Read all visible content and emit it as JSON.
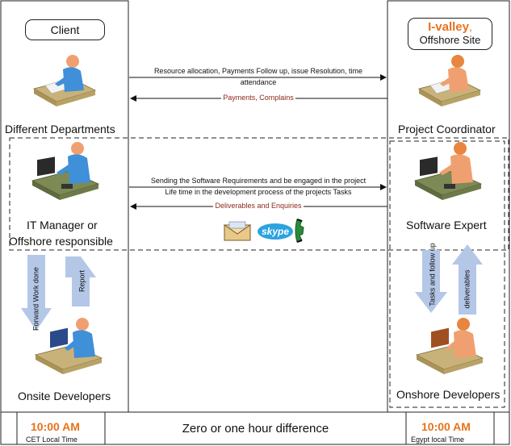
{
  "left": {
    "client_label": "Client",
    "departments_label": "Different Departments",
    "it_manager_label_line1": "IT Manager or",
    "it_manager_label_line2": "Offshore responsible",
    "onsite_label": "Onsite Developers",
    "forward_label": "Forward Work done",
    "report_label": "Report"
  },
  "right": {
    "brand": "I-valley",
    "brand_suffix": ",",
    "offshore_site": "Offshore Site",
    "coordinator_label": "Project Coordinator",
    "expert_label": "Software Expert",
    "onshore_label": "Onshore Developers",
    "tasks_label": "Tasks and follow up",
    "deliverables_label": "deliverables"
  },
  "messages": {
    "top_right_line1": "Resource allocation, Payments Follow up, issue Resolution, time",
    "top_right_line2": "attendance",
    "top_left": "Payments, Complains",
    "mid_right_line1": "Sending the Software Requirements and be engaged in the project",
    "mid_right_line2": "Life time in the development process of the projects Tasks",
    "mid_left": "Deliverables and Enquiries"
  },
  "footer": {
    "left_time": "10:00 AM",
    "left_zone": "CET Local Time",
    "middle": "Zero or one hour difference",
    "right_time": "10:00 AM",
    "right_zone": "Egypt local Time"
  },
  "colors": {
    "accent_orange": "#E8721C",
    "arrow_blue": "#B4C7E7",
    "arrow_red": "#8B2A1A",
    "person_blue": "#3F8FD9",
    "person_orange": "#F0A070",
    "desk": "#C9B27A"
  },
  "icons": [
    "envelope-icon",
    "skype-icon",
    "phone-icon"
  ]
}
